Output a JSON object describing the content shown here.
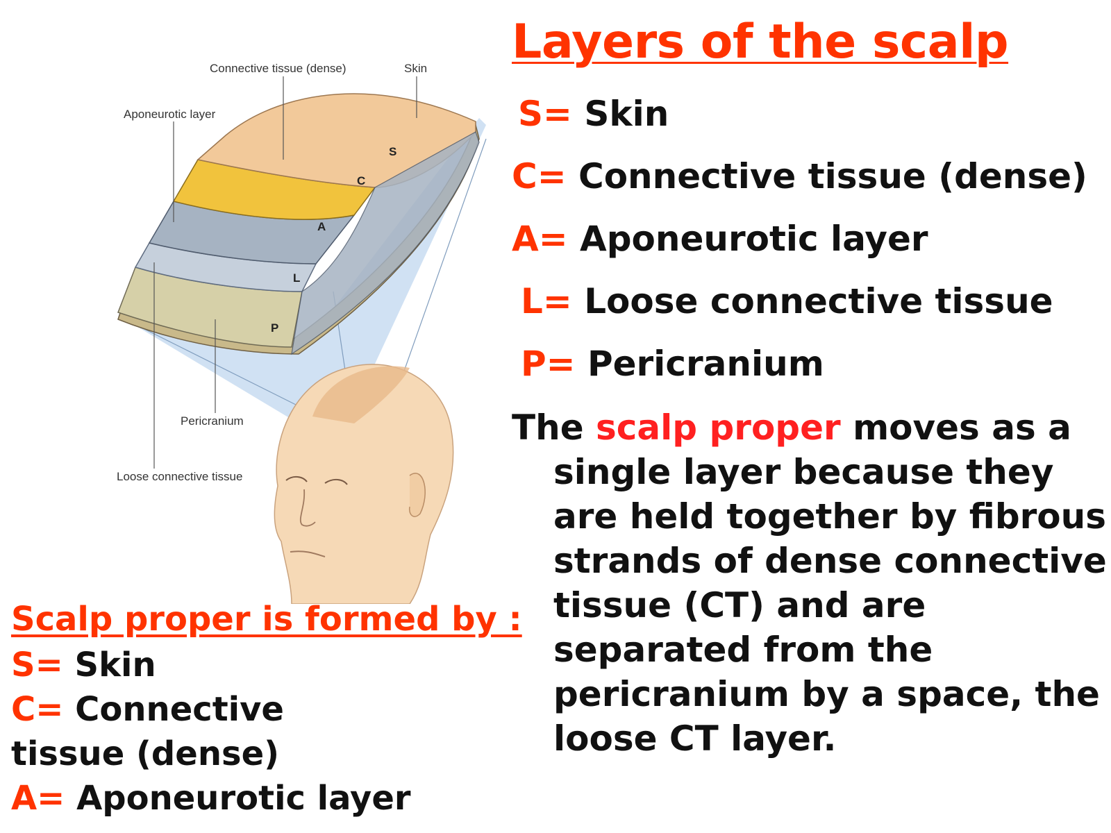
{
  "title": "Layers of the scalp",
  "definitions": [
    {
      "key": "S=",
      "text": "Skin"
    },
    {
      "key": "C=",
      "text": "Connective tissue (dense)"
    },
    {
      "key": "A=",
      "text": "Aponeurotic layer"
    },
    {
      "key": "L=",
      "text": "Loose connective tissue"
    },
    {
      "key": "P=",
      "text": "Pericranium"
    }
  ],
  "paragraph": {
    "before": "The ",
    "highlight": "scalp proper",
    "after": " moves as a single layer because they are held together by fibrous strands of dense connective tissue (CT) and are separated from the pericranium by a space, the loose CT layer."
  },
  "scalp_proper": {
    "heading": "Scalp proper is formed by :",
    "items": [
      {
        "key": "S=",
        "text": " Skin"
      },
      {
        "key": "C=",
        "text": " Connective tissue (dense)"
      },
      {
        "key": "A=",
        "text": " Aponeurotic layer"
      }
    ]
  },
  "diagram": {
    "labels": {
      "connective": "Connective tissue (dense)",
      "skin": "Skin",
      "aponeurotic": "Aponeurotic layer",
      "pericranium": "Pericranium",
      "loose": "Loose connective tissue"
    },
    "letters": {
      "s": "S",
      "c": "C",
      "a": "A",
      "l": "L",
      "p": "P"
    },
    "colors": {
      "skin": "#f2c99a",
      "connective": "#f1c33d",
      "aponeurotic": "#a6b3c2",
      "loose": "#c6d0dc",
      "pericranium": "#d6d0a8",
      "bone": "#c9b98a",
      "projection": "#bcd4ee",
      "face": "#f6d9b6"
    }
  }
}
